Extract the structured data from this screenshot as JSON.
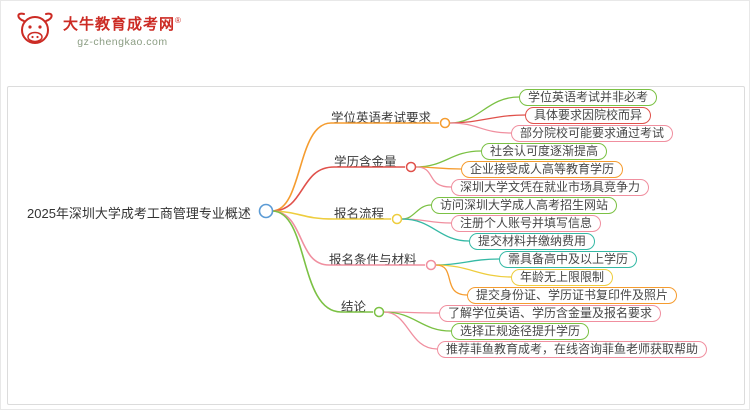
{
  "palette": {
    "orange": "#f59c2f",
    "red": "#e0514b",
    "yellow": "#eecd3e",
    "pink": "#f08f9f",
    "green": "#7bc144",
    "teal": "#35b9a5",
    "blue": "#5b9bd5",
    "brand-red": "#cc2b24"
  },
  "logo": {
    "brand": "大牛教育成考网",
    "registered_mark": "®",
    "domain": "gz-chengkao.com"
  },
  "mindmap": {
    "root": {
      "label": "2025年深圳大学成考工商管理专业概述",
      "color": "blue"
    },
    "branches": [
      {
        "label": "学位英语考试要求",
        "color": "orange",
        "children": [
          {
            "label": "学位英语考试并非必考",
            "color": "green"
          },
          {
            "label": "具体要求因院校而异",
            "color": "red"
          },
          {
            "label": "部分院校可能要求通过考试",
            "color": "pink"
          }
        ]
      },
      {
        "label": "学历含金量",
        "color": "red",
        "children": [
          {
            "label": "社会认可度逐渐提高",
            "color": "green"
          },
          {
            "label": "企业接受成人高等教育学历",
            "color": "orange"
          },
          {
            "label": "深圳大学文凭在就业市场具竞争力",
            "color": "pink"
          }
        ]
      },
      {
        "label": "报名流程",
        "color": "yellow",
        "children": [
          {
            "label": "访问深圳大学成人高考招生网站",
            "color": "green"
          },
          {
            "label": "注册个人账号并填写信息",
            "color": "pink"
          },
          {
            "label": "提交材料并缴纳费用",
            "color": "teal"
          }
        ]
      },
      {
        "label": "报名条件与材料",
        "color": "pink",
        "children": [
          {
            "label": "需具备高中及以上学历",
            "color": "teal"
          },
          {
            "label": "年龄无上限限制",
            "color": "yellow"
          },
          {
            "label": "提交身份证、学历证书复印件及照片",
            "color": "orange"
          }
        ]
      },
      {
        "label": "结论",
        "color": "green",
        "children": [
          {
            "label": "了解学位英语、学历含金量及报名要求",
            "color": "pink"
          },
          {
            "label": "选择正规途径提升学历",
            "color": "green"
          },
          {
            "label": "推荐菲鱼教育成考，在线咨询菲鱼老师获取帮助",
            "color": "pink"
          }
        ]
      }
    ]
  }
}
